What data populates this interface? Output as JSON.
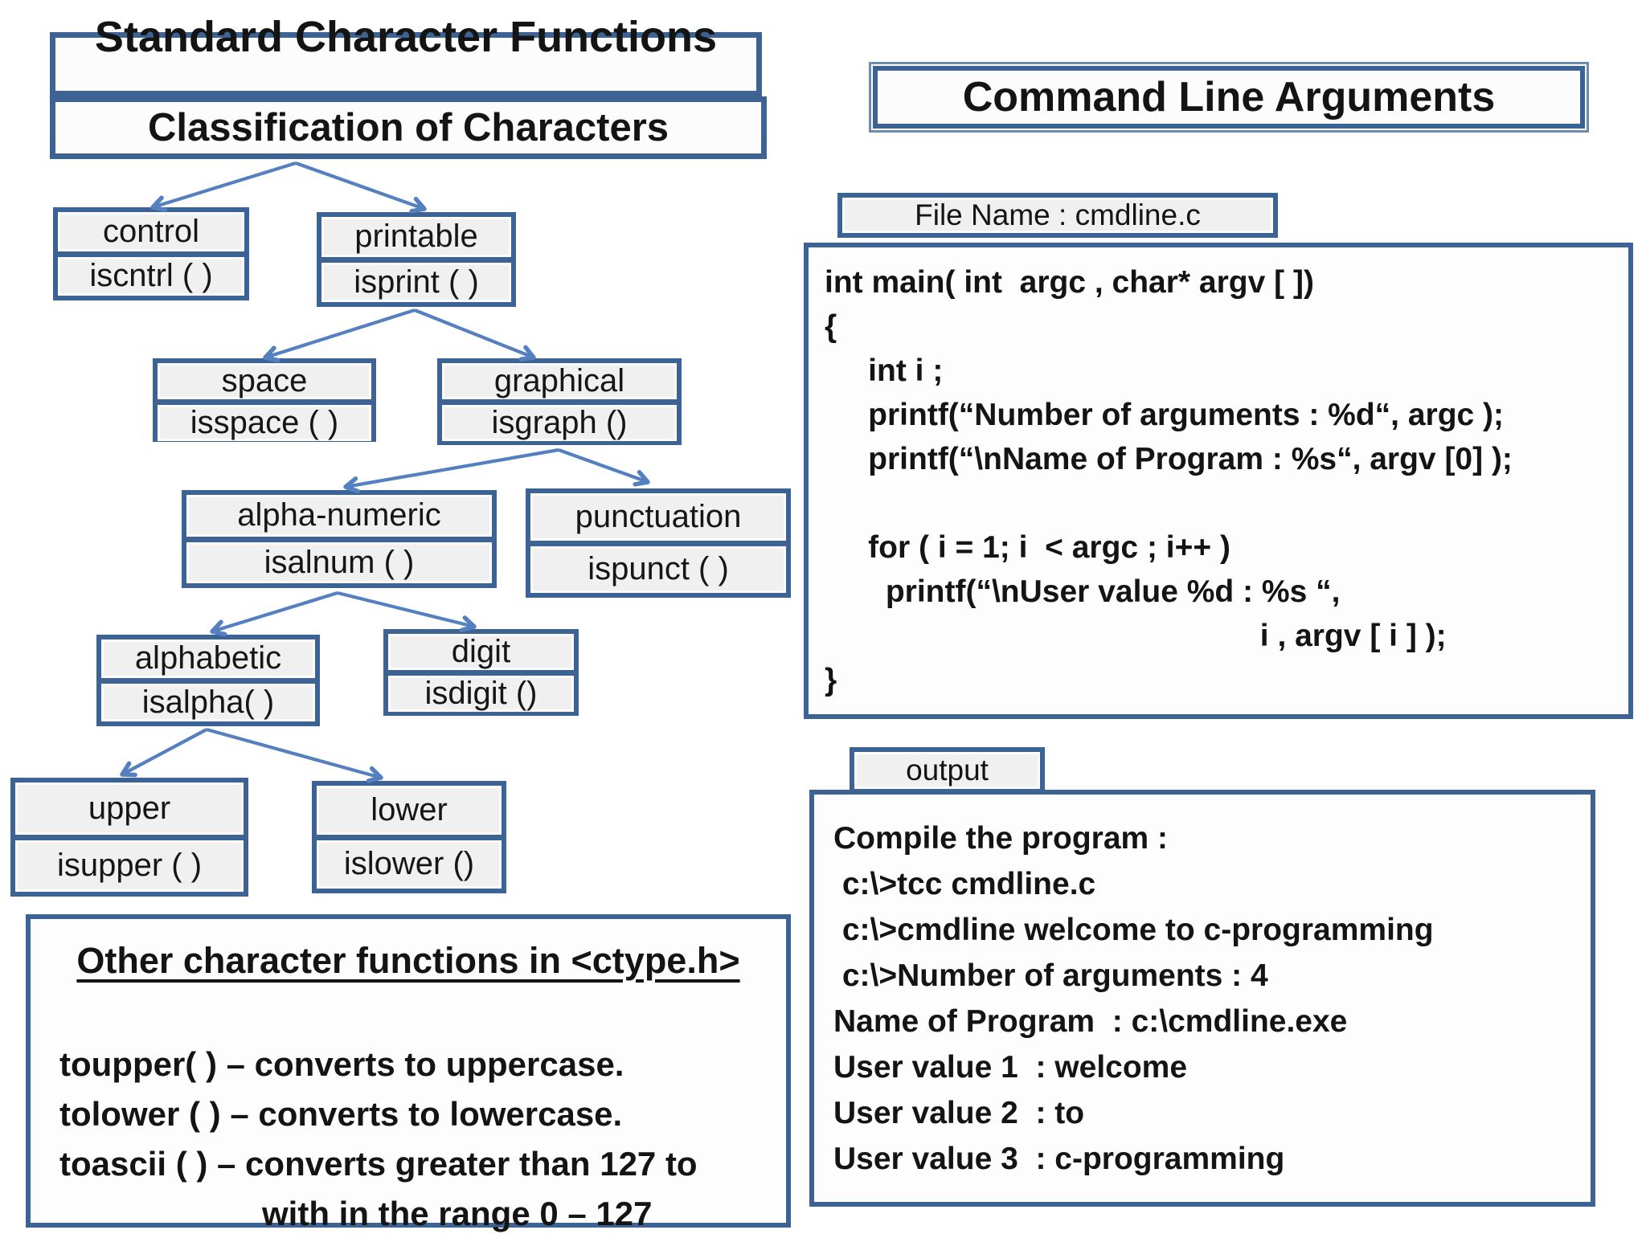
{
  "colors": {
    "border_blue": "#3d6394",
    "arrow_blue": "#5580c0",
    "cell_fill": "#f0f0f0",
    "text": "#141414"
  },
  "left": {
    "title1": "Standard Character Functions",
    "title2": "Classification of Characters",
    "tree": [
      {
        "label": "control",
        "func": "iscntrl ( )"
      },
      {
        "label": "printable",
        "func": "isprint ( )"
      },
      {
        "label": "space",
        "func": "isspace ( )"
      },
      {
        "label": "graphical",
        "func": "isgraph ()"
      },
      {
        "label": "alpha-numeric",
        "func": "isalnum ( )"
      },
      {
        "label": "punctuation",
        "func": "ispunct ( )"
      },
      {
        "label": "alphabetic",
        "func": "isalpha( )"
      },
      {
        "label": "digit",
        "func": "isdigit ()"
      },
      {
        "label": "upper",
        "func": "isupper ( )"
      },
      {
        "label": "lower",
        "func": "islower ()"
      }
    ],
    "other_box": {
      "title": "Other character functions in <ctype.h>",
      "lines": [
        "toupper( ) – converts to uppercase.",
        "tolower ( ) – converts to lowercase.",
        "toascii ( ) – converts greater than 127 to",
        "with in the range 0 – 127"
      ]
    }
  },
  "right": {
    "title": "Command Line Arguments",
    "file_label": "File Name : cmdline.c",
    "code_lines": [
      "int main( int  argc , char* argv [ ])",
      "{",
      "     int i ;",
      "     printf(“Number of arguments : %d“, argc );",
      "     printf(“\\nName of Program : %s“, argv [0] );",
      "",
      "     for ( i = 1; i  < argc ; i++ )",
      "       printf(“\\nUser value %d : %s “,",
      "                                                  i , argv [ i ] );",
      "}"
    ],
    "output_label": "output",
    "output_lines": [
      "Compile the program :",
      " c:\\>tcc cmdline.c",
      " c:\\>cmdline welcome to c-programming",
      " c:\\>Number of arguments : 4",
      "Name of Program  : c:\\cmdline.exe",
      "User value 1  : welcome",
      "User value 2  : to",
      "User value 3  : c-programming"
    ]
  }
}
